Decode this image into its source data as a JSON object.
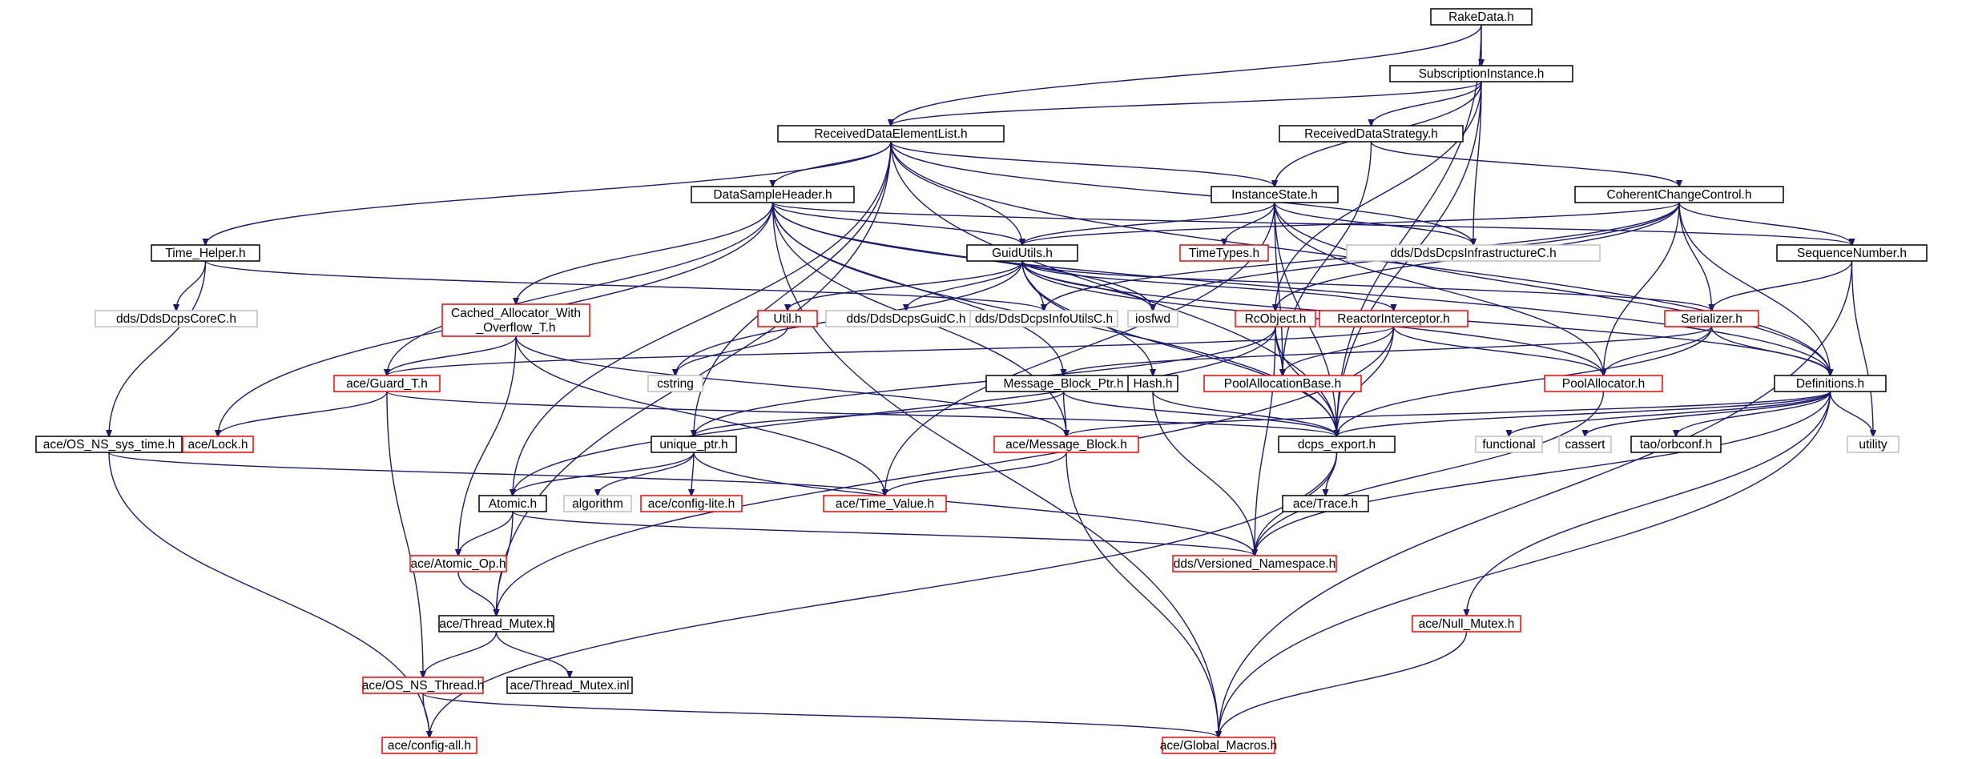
{
  "colors": {
    "edge": "#191970",
    "border_normal": "#000000",
    "border_red": "#ff0000",
    "border_gray": "#bfbfbf",
    "root_fill": "#bfbfbf"
  },
  "nodes": {
    "rakedata": {
      "label": "RakeData.h"
    },
    "subscriptioninstance": {
      "label": "SubscriptionInstance.h"
    },
    "receiveddataelementlist": {
      "label": "ReceivedDataElementList.h"
    },
    "receiveddatastrategy": {
      "label": "ReceivedDataStrategy.h"
    },
    "datasampleheader": {
      "label": "DataSampleHeader.h"
    },
    "instancestate": {
      "label": "InstanceState.h"
    },
    "coherentchangecontrol": {
      "label": "CoherentChangeControl.h"
    },
    "time_helper": {
      "label": "Time_Helper.h"
    },
    "guidutils": {
      "label": "GuidUtils.h"
    },
    "timetypes": {
      "label": "TimeTypes.h"
    },
    "dcpsinfrastructure": {
      "label": "dds/DdsDcpsInfrastructureC.h"
    },
    "sequencenumber": {
      "label": "SequenceNumber.h"
    },
    "dcpscorec": {
      "label": "dds/DdsDcpsCoreC.h"
    },
    "cached_allocator": {
      "label": "Cached_Allocator_With\n_Overflow_T.h"
    },
    "util": {
      "label": "Util.h"
    },
    "dcpsguidc": {
      "label": "dds/DdsDcpsGuidC.h"
    },
    "dcpsinfoutils": {
      "label": "dds/DdsDcpsInfoUtilsC.h"
    },
    "iosfwd": {
      "label": "iosfwd"
    },
    "rcobject": {
      "label": "RcObject.h"
    },
    "reactorinterceptor": {
      "label": "ReactorInterceptor.h"
    },
    "serializer": {
      "label": "Serializer.h"
    },
    "cstring": {
      "label": "cstring"
    },
    "guard_t": {
      "label": "ace/Guard_T.h"
    },
    "message_block_ptr": {
      "label": "Message_Block_Ptr.h"
    },
    "hash": {
      "label": "Hash.h"
    },
    "poolallocationbase": {
      "label": "PoolAllocationBase.h"
    },
    "poolallocator": {
      "label": "PoolAllocator.h"
    },
    "definitions": {
      "label": "Definitions.h"
    },
    "os_ns_sys_time": {
      "label": "ace/OS_NS_sys_time.h"
    },
    "lock": {
      "label": "ace/Lock.h"
    },
    "unique_ptr": {
      "label": "unique_ptr.h"
    },
    "message_block": {
      "label": "ace/Message_Block.h"
    },
    "dcps_export": {
      "label": "dcps_export.h"
    },
    "functional": {
      "label": "functional"
    },
    "cassert": {
      "label": "cassert"
    },
    "orbconf": {
      "label": "tao/orbconf.h"
    },
    "utility": {
      "label": "utility"
    },
    "atomic": {
      "label": "Atomic.h"
    },
    "algorithm": {
      "label": "algorithm"
    },
    "config_lite": {
      "label": "ace/config-lite.h"
    },
    "time_value": {
      "label": "ace/Time_Value.h"
    },
    "trace": {
      "label": "ace/Trace.h"
    },
    "atomic_op": {
      "label": "ace/Atomic_Op.h"
    },
    "versioned_namespace": {
      "label": "dds/Versioned_Namespace.h"
    },
    "thread_mutex": {
      "label": "ace/Thread_Mutex.h"
    },
    "null_mutex": {
      "label": "ace/Null_Mutex.h"
    },
    "os_ns_thread": {
      "label": "ace/OS_NS_Thread.h"
    },
    "thread_mutex_inl": {
      "label": "ace/Thread_Mutex.inl"
    },
    "config_all": {
      "label": "ace/config-all.h"
    },
    "global_macros": {
      "label": "ace/Global_Macros.h"
    }
  }
}
